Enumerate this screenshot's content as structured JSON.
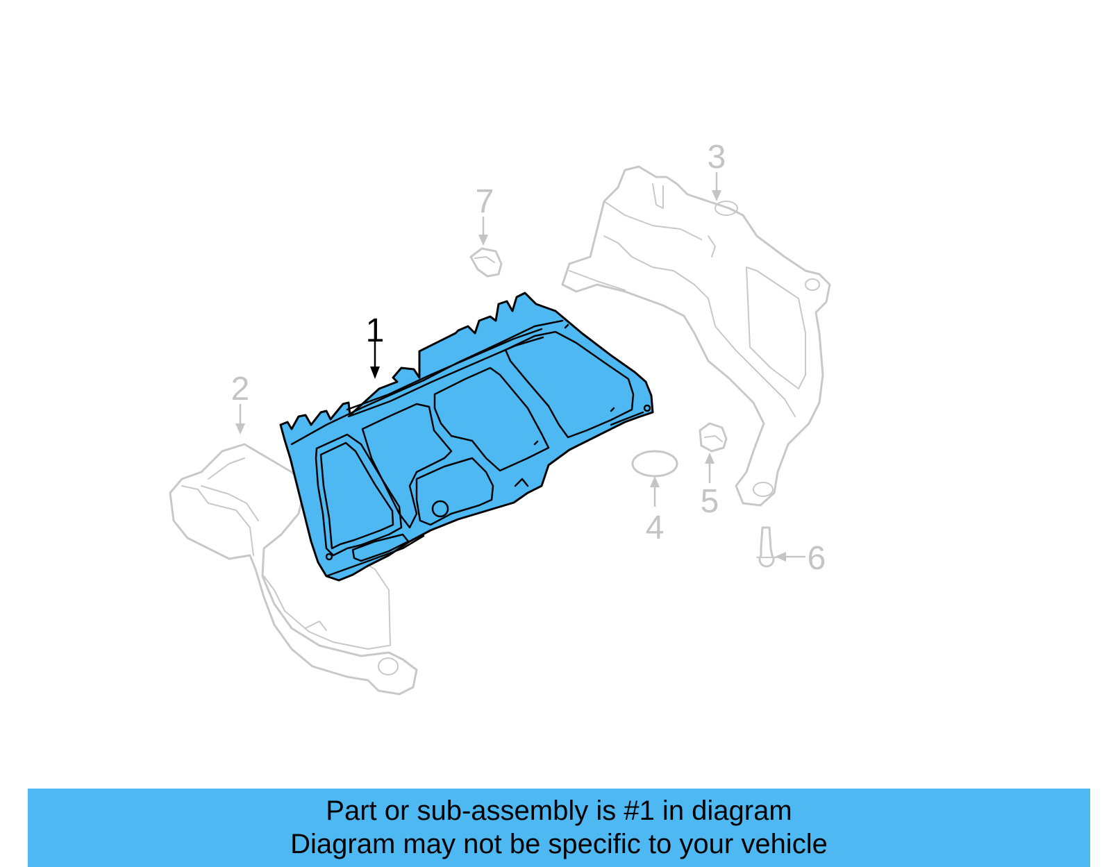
{
  "diagram": {
    "highlight_color": "#4db8f2",
    "ghost_color": "#c8c8c8",
    "callouts": {
      "part_1": "1",
      "part_2": "2",
      "part_3": "3",
      "part_4": "4",
      "part_5": "5",
      "part_6": "6",
      "part_7": "7"
    }
  },
  "banner": {
    "color": "#4db8f2",
    "line1": "Part or sub-assembly is #1 in diagram",
    "line2": "Diagram may not be specific to your vehicle"
  }
}
